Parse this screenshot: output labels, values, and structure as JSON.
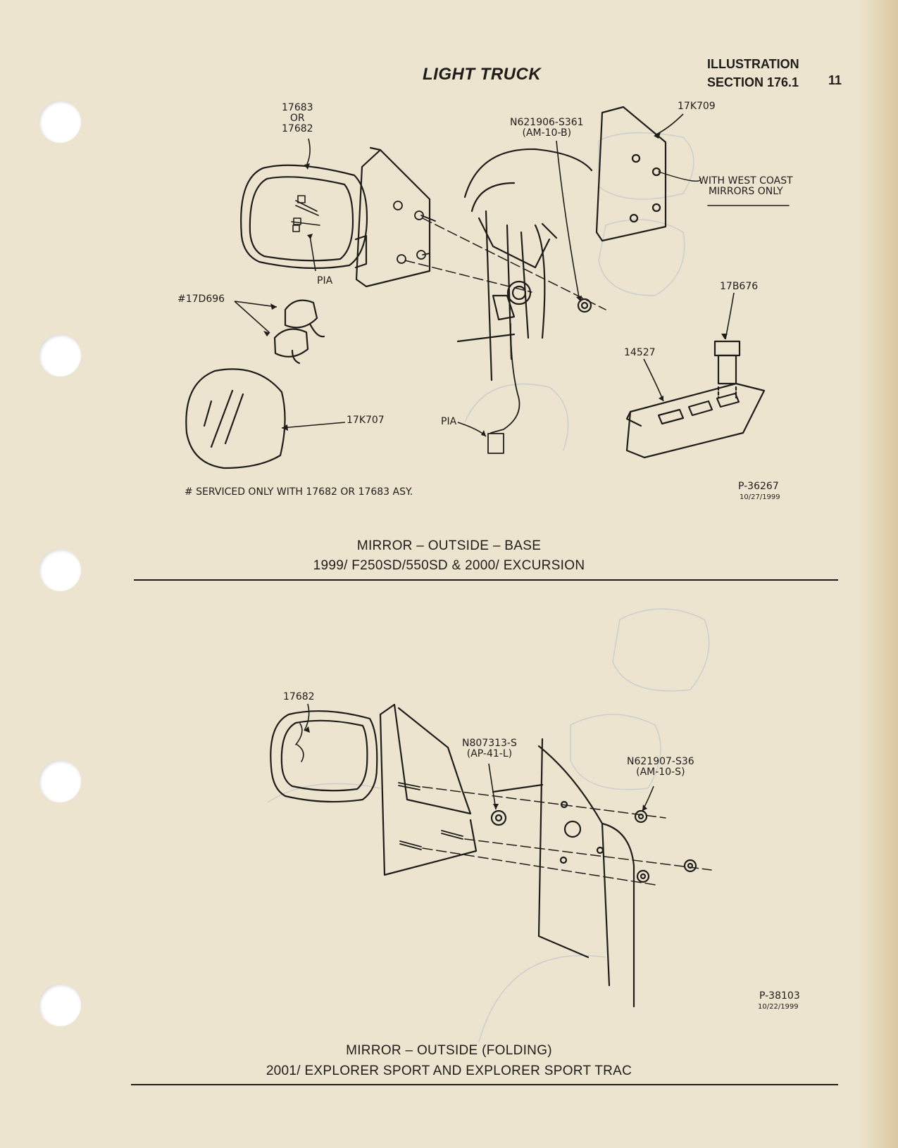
{
  "header": {
    "center_title": "LIGHT TRUCK",
    "right_line1": "ILLUSTRATION",
    "right_line2": "SECTION 176.1",
    "page_number": "11"
  },
  "top_figure": {
    "labels": {
      "part_17683_or_17682": [
        "17683",
        "OR",
        "17682"
      ],
      "fastener_n621906": [
        "N621906-S361",
        "(AM-10-B)"
      ],
      "part_17k709": "17K709",
      "west_coast_note": [
        "WITH WEST COAST",
        "MIRRORS ONLY"
      ],
      "pia_upper": "PIA",
      "part_17d696": "#17D696",
      "part_17b676": "17B676",
      "part_14527": "14527",
      "part_17k707": "17K707",
      "pia_lower": "PIA"
    },
    "footnote": "#  SERVICED ONLY WITH 17682 OR 17683 ASY.",
    "figure_id": "P-36267",
    "figure_date": "10/27/1999",
    "caption_line1": "MIRROR – OUTSIDE – BASE",
    "caption_line2": "1999/ F250SD/550SD & 2000/ EXCURSION"
  },
  "bottom_figure": {
    "labels": {
      "part_17682": "17682",
      "fastener_n807313": [
        "N807313-S",
        "(AP-41-L)"
      ],
      "fastener_n621907": [
        "N621907-S36",
        "(AM-10-S)"
      ]
    },
    "figure_id": "P-38103",
    "figure_date": "10/22/1999",
    "caption_line1": "MIRROR – OUTSIDE (FOLDING)",
    "caption_line2": "2001/ EXPLORER SPORT AND EXPLORER SPORT TRAC"
  },
  "colors": {
    "paper": "#ede4cf",
    "ink": "#1f1d1a",
    "bleed_through": "#b8c0cc"
  }
}
